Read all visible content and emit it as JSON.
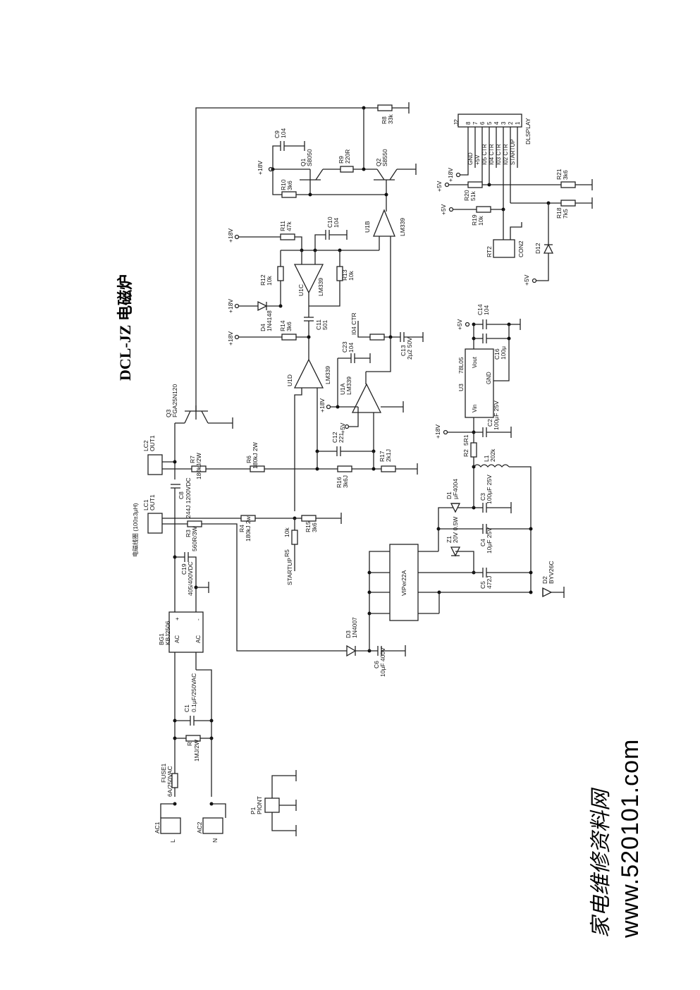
{
  "title": "DCL-JZ 电磁炉",
  "watermark": {
    "cn": "家电维修资料网",
    "url": "www.520101.com"
  },
  "coil_label": "电磁线圈 (100±3μH)",
  "rails": {
    "v18": "+18V",
    "v5": "+5V"
  },
  "components": {
    "R8": {
      "ref": "R8",
      "val": "33k"
    },
    "C9": {
      "ref": "C9",
      "val": "104"
    },
    "Q1": {
      "ref": "Q1",
      "val": "S8050"
    },
    "R9": {
      "ref": "R9",
      "val": "220R"
    },
    "Q2": {
      "ref": "Q2",
      "val": "S8550"
    },
    "R10": {
      "ref": "R10",
      "val": "3k6"
    },
    "R11": {
      "ref": "R11",
      "val": "47k"
    },
    "C10": {
      "ref": "C10",
      "val": "104"
    },
    "U1B": {
      "ref": "U1B",
      "val": "LM339"
    },
    "R12": {
      "ref": "R12",
      "val": "10k"
    },
    "U1C": {
      "ref": "U1C",
      "val": "LM339"
    },
    "R13": {
      "ref": "R13",
      "val": "10k"
    },
    "D4": {
      "ref": "D4",
      "val": "1N4148"
    },
    "C11": {
      "ref": "C11",
      "val": "501"
    },
    "R14": {
      "ref": "R14",
      "val": "3k6"
    },
    "IO4": {
      "ref": "I04 CTR",
      "val": ""
    },
    "C13": {
      "ref": "C13",
      "val": "2μ2 50V"
    },
    "C23": {
      "ref": "C23",
      "val": "104"
    },
    "U1A": {
      "ref": "U1A",
      "val": "LM339"
    },
    "U1D": {
      "ref": "U1D",
      "val": "LM339"
    },
    "C12": {
      "ref": "C12",
      "val": "221"
    },
    "R16": {
      "ref": "R16",
      "val": "3k6J"
    },
    "R17": {
      "ref": "R17",
      "val": "2k1J"
    },
    "Q3": {
      "ref": "Q3",
      "val": "FGA25N120"
    },
    "LC2": {
      "ref": "LC2",
      "val": "OUT1"
    },
    "LC1": {
      "ref": "LC1",
      "val": "OUT1"
    },
    "R7": {
      "ref": "R7",
      "val": "180kJ/2W"
    },
    "R6": {
      "ref": "R6",
      "val": "180kJ 2W"
    },
    "C8": {
      "ref": "C8",
      "val": "244J 1200VDC"
    },
    "R4": {
      "ref": "R4",
      "val": "180kJ 2w"
    },
    "R3": {
      "ref": "R3",
      "val": "560R/3W"
    },
    "R5": {
      "ref": "R5",
      "val": "10k"
    },
    "R15": {
      "ref": "R15",
      "val": "3k6"
    },
    "STARTUP": {
      "ref": "STARTUP",
      "val": ""
    },
    "C19": {
      "ref": "C19",
      "val": "405/400VDC"
    },
    "BG1": {
      "ref": "BG1",
      "val": "KBJ2506"
    },
    "C1": {
      "ref": "C1",
      "val": "0.1μF/250VAC"
    },
    "R": {
      "ref": "R",
      "val": "1MJ/2W"
    },
    "FUSE1": {
      "ref": "FUSE1",
      "val": "6A/250VAC"
    },
    "AC1": {
      "ref": "AC1",
      "val": "L"
    },
    "AC2": {
      "ref": "AC2",
      "val": "N"
    },
    "P1": {
      "ref": "P1",
      "val": "PIONT"
    },
    "D3": {
      "ref": "D3",
      "val": "1N4007"
    },
    "C6": {
      "ref": "C6",
      "val": "10μF 400V"
    },
    "VIPER": {
      "ref": "VIPer22A",
      "val": ""
    },
    "C5": {
      "ref": "C5",
      "val": "472J"
    },
    "Z1": {
      "ref": "Z1",
      "val": "20V 0.5W"
    },
    "C4": {
      "ref": "C4",
      "val": "10μF 25V"
    },
    "D1": {
      "ref": "D1",
      "val": "μF4004"
    },
    "C3": {
      "ref": "C3",
      "val": "100μF 25V"
    },
    "D2": {
      "ref": "D2",
      "val": "BYV26C"
    },
    "L1": {
      "ref": "L1",
      "val": "202k"
    },
    "R2": {
      "ref": "R2",
      "val": "5R1"
    },
    "C2": {
      "ref": "C2",
      "val": "100μF 25V"
    },
    "U3": {
      "ref": "U3",
      "val": "78L05"
    },
    "C16": {
      "ref": "C16",
      "val": "100μ"
    },
    "C14": {
      "ref": "C14",
      "val": "104"
    },
    "J2": {
      "ref": "J2",
      "val": "DLSPLAY"
    },
    "R20": {
      "ref": "R20",
      "val": "51k"
    },
    "R19": {
      "ref": "R19",
      "val": "10k"
    },
    "R21": {
      "ref": "R21",
      "val": "3k6"
    },
    "R18": {
      "ref": "R18",
      "val": "7k5"
    },
    "RT2": {
      "ref": "RT2",
      "val": "CON2"
    },
    "D12": {
      "ref": "D12",
      "val": ""
    }
  },
  "u3_pins": {
    "vin": "Vin",
    "vout": "Vout",
    "gnd": "GND"
  },
  "bridge_pins": {
    "ac": "AC",
    "plus": "+",
    "minus": "-"
  },
  "j2_pins": [
    "8",
    "7",
    "6",
    "5",
    "4",
    "3",
    "2",
    "1"
  ],
  "j2_signals": [
    "GND",
    "+5V",
    "I05 CTR",
    "I04 CTR",
    "I03 CTR",
    "I02 CTR",
    "STARTUP"
  ]
}
